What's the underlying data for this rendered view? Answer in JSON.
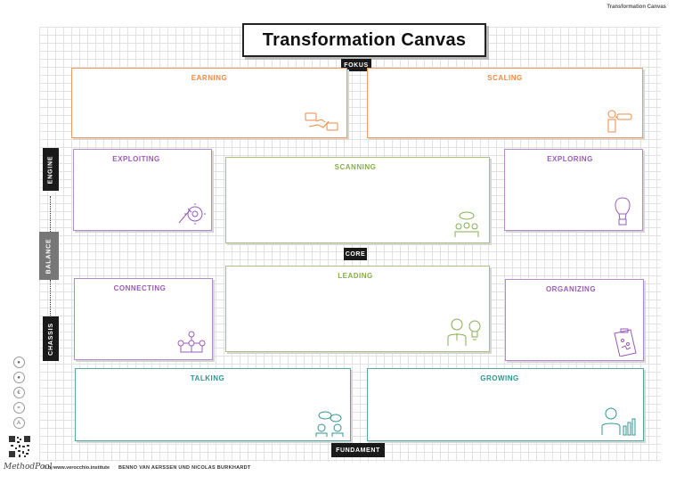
{
  "header": {
    "corner_title": "Transformation Canvas",
    "title": "Transformation Canvas"
  },
  "tags": {
    "fokus": "FOKUS",
    "core": "CORE",
    "fundament": "FUNDAMENT"
  },
  "side": {
    "engine": "ENGINE",
    "balance": "BALANCE",
    "chassis": "CHASSIS",
    "icon_names": [
      "people-icon",
      "person-icon",
      "euro-icon",
      "cc-icon",
      "a-icon"
    ]
  },
  "cards": {
    "earning": "EARNING",
    "scaling": "SCALING",
    "exploiting": "EXPLOITING",
    "scanning": "SCANNING",
    "exploring": "EXPLORING",
    "connecting": "CONNECTING",
    "leading": "LEADING",
    "organizing": "ORGANIZING",
    "talking": "TALKING",
    "growing": "GROWING"
  },
  "footer": {
    "logo": "MethodPool",
    "copyright": "© by",
    "site": "www.verocchio.institute",
    "authors": "BENNO VAN AERSSEN UND NICOLAS BURKHARDT"
  },
  "colors": {
    "orange": "#f09a5c",
    "purple": "#b48ac8",
    "green": "#a7c27c",
    "teal": "#54a9a4",
    "dark": "#1a1a1a",
    "gray": "#777777"
  }
}
